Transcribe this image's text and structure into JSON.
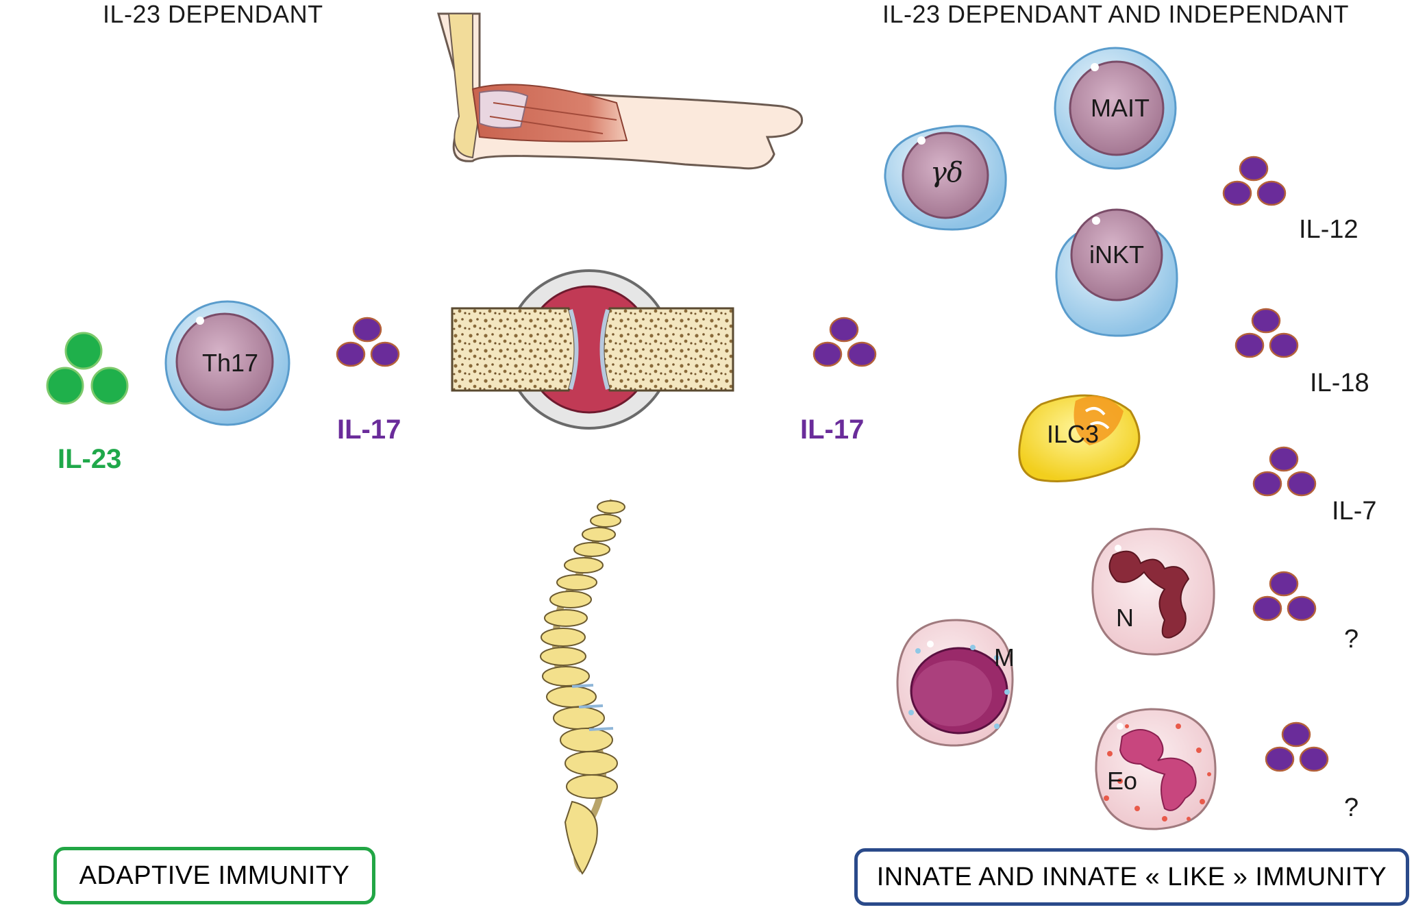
{
  "headings": {
    "left": "IL-23 DEPENDANT",
    "right": "IL-23 DEPENDANT AND INDEPENDANT"
  },
  "cytokines": {
    "il23": "IL-23",
    "il17_left": "IL-17",
    "il17_right": "IL-17",
    "il12": "IL-12",
    "il18": "IL-18",
    "il7": "IL-7",
    "unknown_1": "?",
    "unknown_2": "?"
  },
  "cells": {
    "th17": "Th17",
    "gamma_delta": "γδ",
    "mait": "MAIT",
    "inkt": "iNKT",
    "ilc3": "ILC3",
    "neutrophil": "N",
    "macrophage": "M",
    "eosinophil": "Eo"
  },
  "boxes": {
    "adaptive": "ADAPTIVE IMMUNITY",
    "innate": "INNATE AND INNATE « LIKE » IMMUNITY"
  },
  "colors": {
    "il23_green": "#1fa84a",
    "il17_purple": "#6a2c9a",
    "adaptive_border": "#22a645",
    "innate_border": "#2a4a8a",
    "cell_nucleus": "#b98ea8",
    "cell_membrane": "#a9d2ec"
  }
}
